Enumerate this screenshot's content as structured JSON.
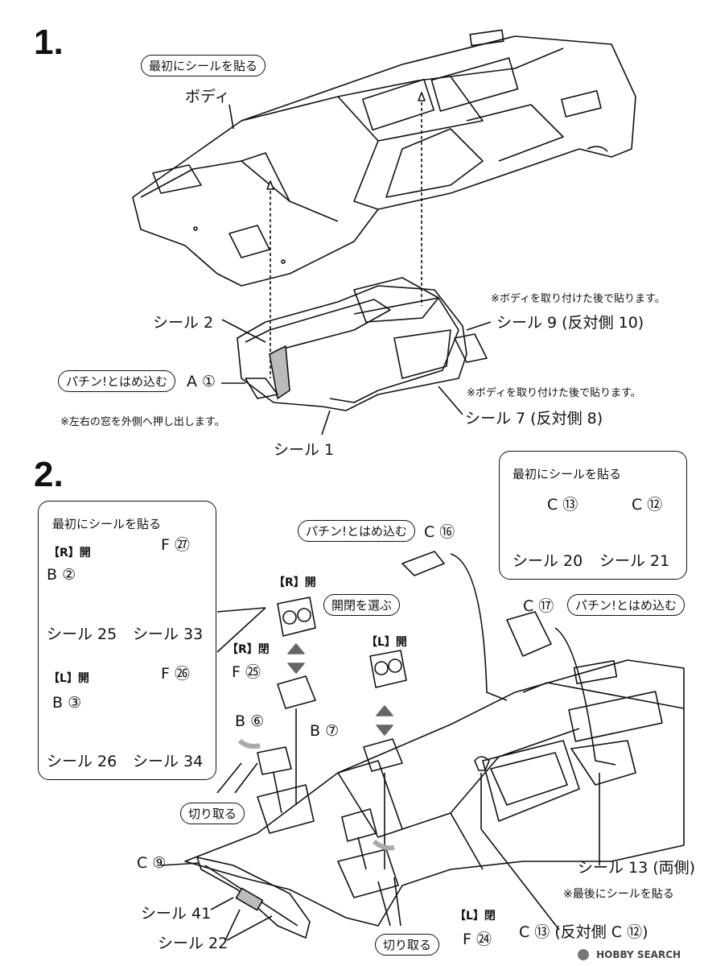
{
  "step1": {
    "number": "1.",
    "first_seal_note": "最初にシールを貼る",
    "body_label": "ボディ",
    "seal2": "シール 2",
    "snap_note": "パチン!とはめ込む",
    "a1": "A ①",
    "window_note": "※左右の窓を外側へ押し出します。",
    "seal1": "シール 1",
    "after_body_note_1": "※ボディを取り付けた後で貼ります。",
    "seal9": "シール 9 (反対側 10)",
    "after_body_note_2": "※ボディを取り付けた後で貼ります。",
    "seal7": "シール 7 (反対側 8)"
  },
  "step2": {
    "number": "2.",
    "left_panel": {
      "title": "最初にシールを貼る",
      "r_open": "【R】開",
      "f27": "F ㉗",
      "b2": "B ②",
      "seal25": "シール 25",
      "seal33": "シール 33",
      "l_open": "【L】開",
      "f26": "F ㉖",
      "b3": "B ③",
      "seal26": "シール 26",
      "seal34": "シール 34"
    },
    "right_panel": {
      "title": "最初にシールを貼る",
      "c13": "C ⑬",
      "c12": "C ⑫",
      "seal20": "シール 20",
      "seal21": "シール 21"
    },
    "snap_note_1": "パチン!とはめ込む",
    "c16": "C ⑯",
    "r_open": "【R】開",
    "choose_note": "開閉を選ぶ",
    "c17": "C ⑰",
    "snap_note_2": "パチン!とはめ込む",
    "r_closed": "【R】閉",
    "f25": "F ㉕",
    "l_open": "【L】開",
    "b6": "B ⑥",
    "b7": "B ⑦",
    "cut_1": "切り取る",
    "c9": "C ⑨",
    "seal13": "シール 13 (両側)",
    "last_note": "※最後にシールを貼る",
    "seal41": "シール 41",
    "seal22": "シール 22",
    "cut_2": "切り取る",
    "l_closed": "【L】閉",
    "f24": "F ㉔",
    "c13_bottom": "C ⑬ (反対側 C ⑫)"
  },
  "watermark": "HOBBY SEARCH"
}
